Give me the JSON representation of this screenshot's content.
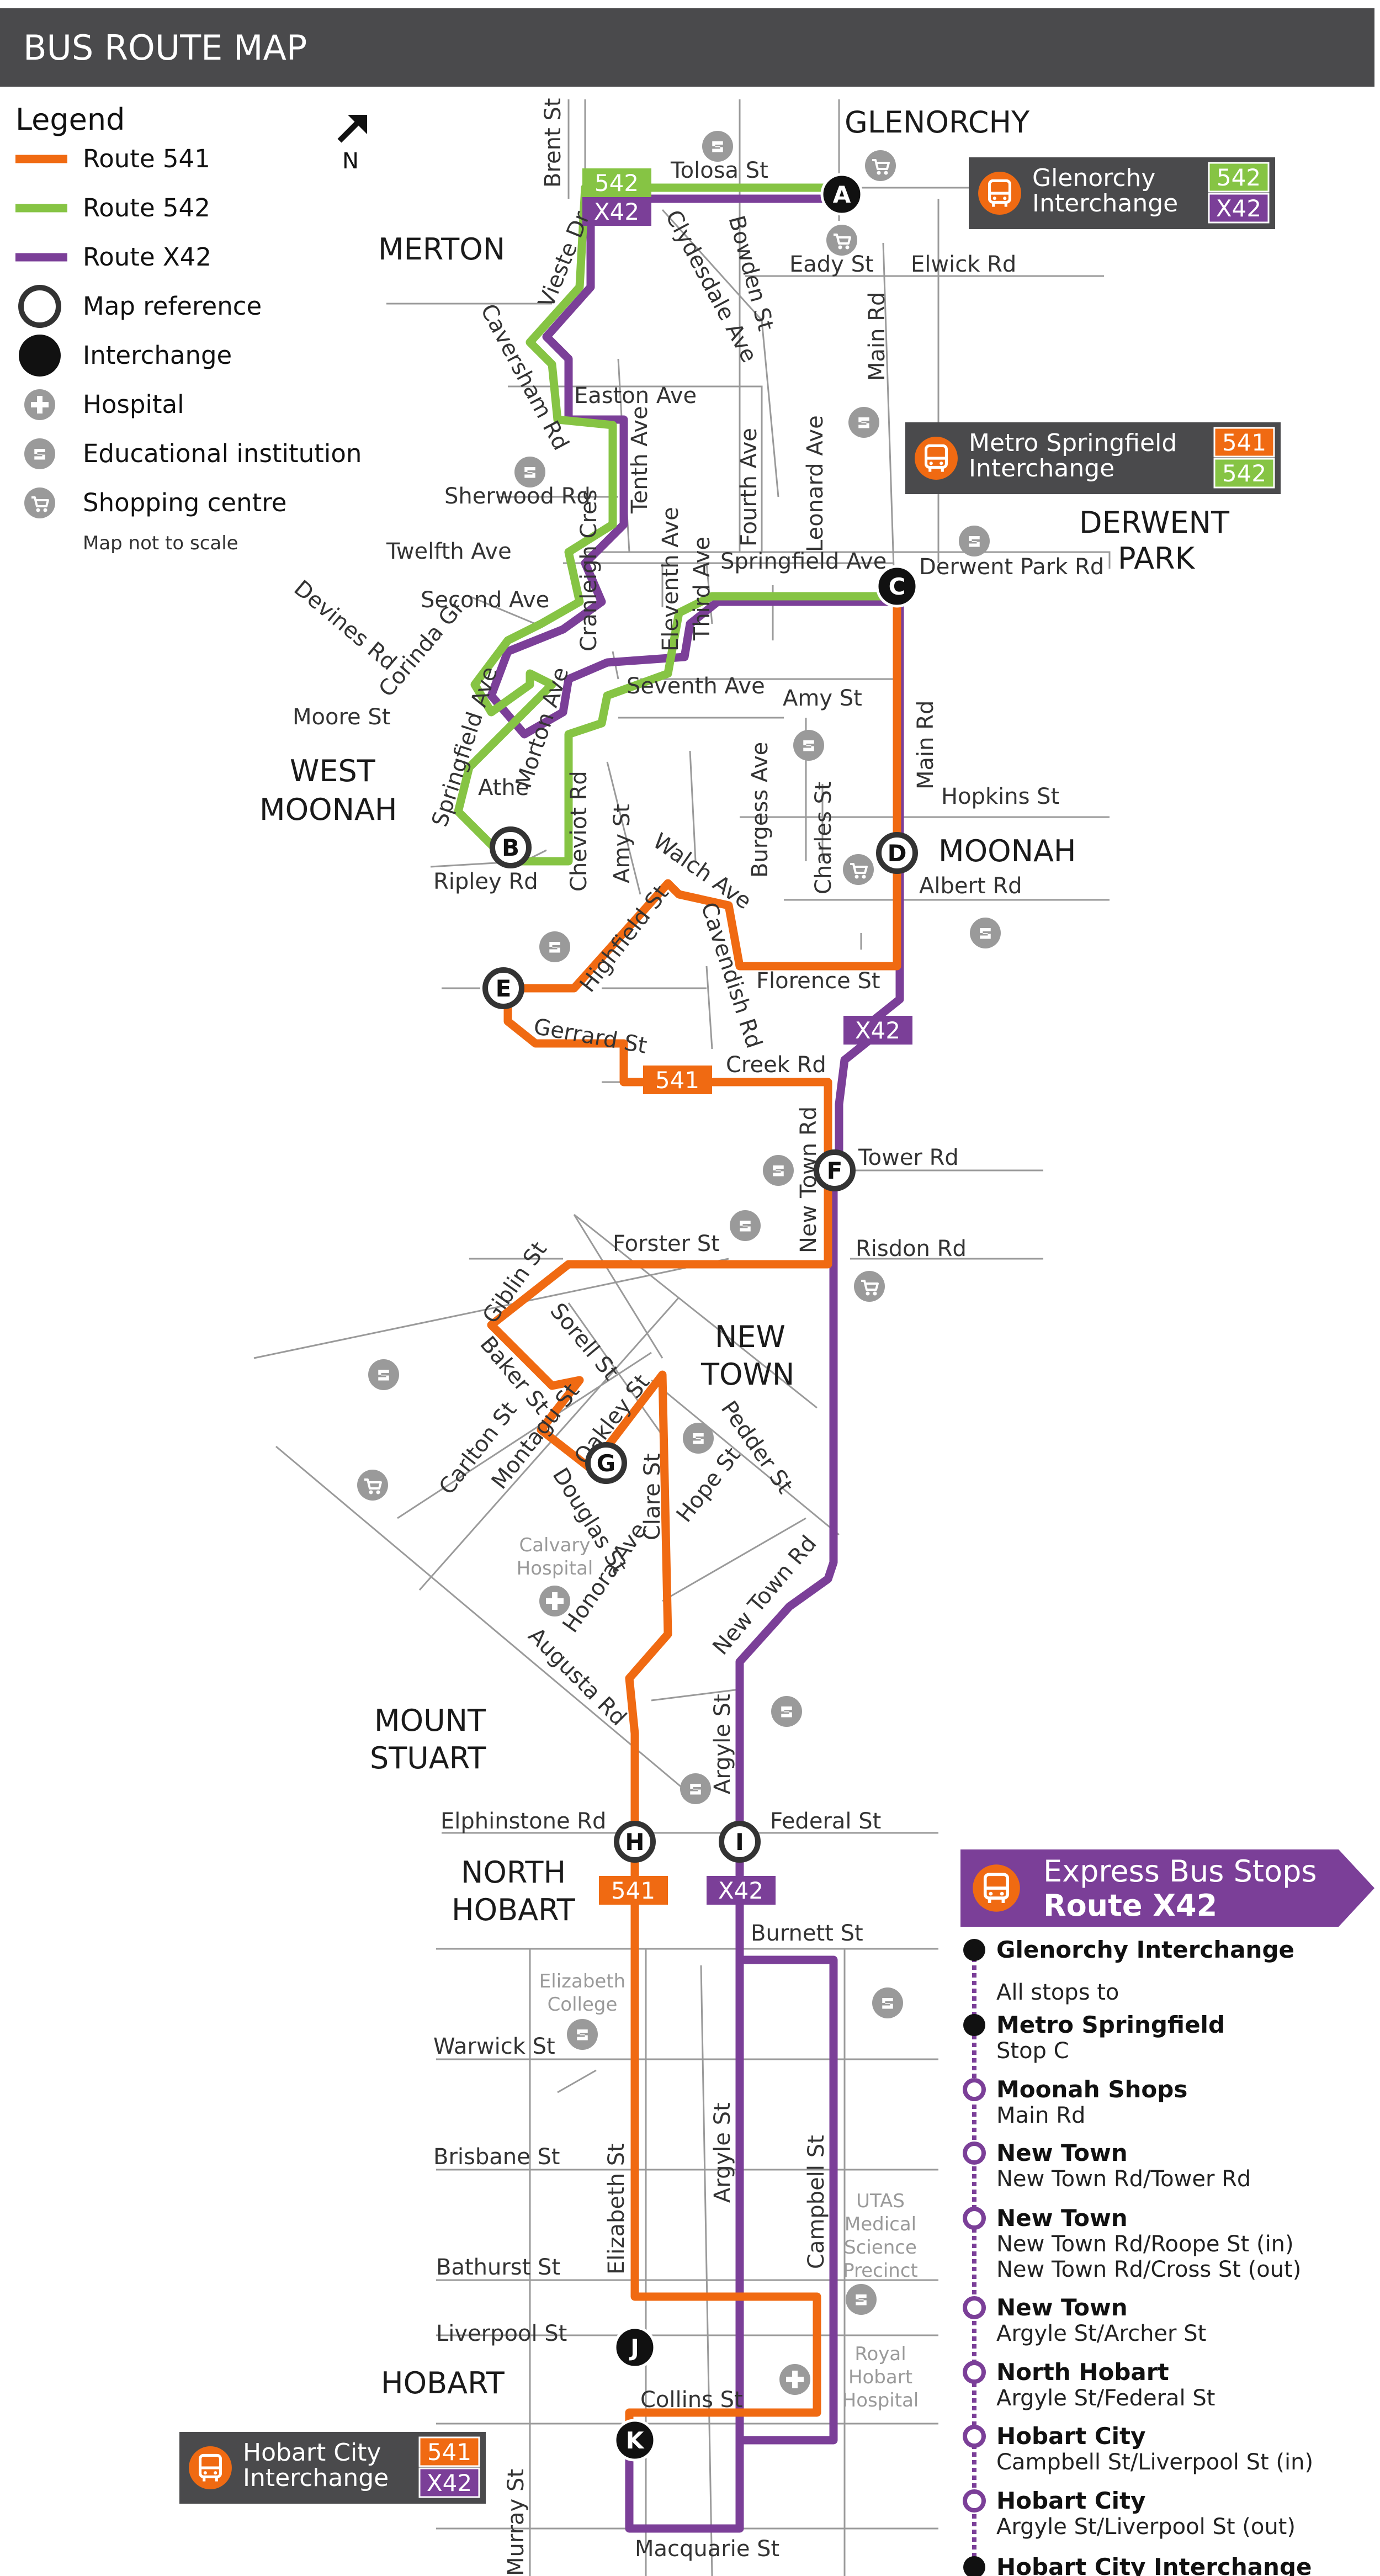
{
  "header": {
    "title": "BUS ROUTE MAP"
  },
  "colors": {
    "route_541": "#F06A12",
    "route_542": "#86C444",
    "route_x42": "#7B3F98",
    "header_bg": "#4A4A4C",
    "street": "#9A9A9A",
    "poi": "#9A9A9A"
  },
  "legend": {
    "title": "Legend",
    "items": [
      {
        "label": "Route 541",
        "kind": "line-541"
      },
      {
        "label": "Route 542",
        "kind": "line-542"
      },
      {
        "label": "Route X42",
        "kind": "line-x42"
      },
      {
        "label": "Map reference",
        "kind": "ring"
      },
      {
        "label": "Interchange",
        "kind": "dot"
      },
      {
        "label": "Hospital",
        "kind": "hospital-icon"
      },
      {
        "label": "Educational institution",
        "kind": "education-icon"
      },
      {
        "label": "Shopping centre",
        "kind": "shopping-icon"
      }
    ],
    "note": "Map not to scale",
    "north": "N"
  },
  "areas": {
    "glenorchy": "GLENORCHY",
    "merton": "MERTON",
    "derwent": "DERWENT",
    "park": "PARK",
    "west": "WEST",
    "moonah_w": "MOONAH",
    "moonah": "MOONAH",
    "new": "NEW",
    "town": "TOWN",
    "mount": "MOUNT",
    "stuart": "STUART",
    "north": "NORTH",
    "hobart_n": "HOBART",
    "hobart": "HOBART"
  },
  "streets": {
    "brent": "Brent St",
    "tolosa": "Tolosa St",
    "vieste": "Vieste Dr",
    "caversham": "Caversham Rd",
    "clydesdale": "Clydesdale Ave",
    "bowden": "Bowden St",
    "eady": "Eady St",
    "elwick": "Elwick Rd",
    "mainrd_n": "Main Rd",
    "easton": "Easton Ave",
    "tenth": "Tenth Ave",
    "fourth": "Fourth Ave",
    "leonard": "Leonard Ave",
    "sherwood": "Sherwood Rd",
    "twelfth": "Twelfth Ave",
    "cranleigh": "Cranleigh Cres",
    "eleventh": "Eleventh Ave",
    "third": "Third Ave",
    "springfield": "Springfield Ave",
    "derwentpark": "Derwent Park Rd",
    "second": "Second Ave",
    "corinda": "Corinda Gr",
    "devines": "Devines Rd",
    "seventh": "Seventh Ave",
    "springfield_w": "Springfield Ave",
    "moore": "Moore St",
    "amy_n": "Amy St",
    "morton": "Morton Ave",
    "mainrd_m": "Main Rd",
    "athe": "Athe",
    "hopkins": "Hopkins St",
    "burgess": "Burgess Ave",
    "charles": "Charles St",
    "cheviot": "Cheviot Rd",
    "amy_s": "Amy St",
    "walch": "Walch Ave",
    "ripley": "Ripley Rd",
    "albert": "Albert Rd",
    "highfield": "Highfield St",
    "cavendish": "Cavendish Rd",
    "florence": "Florence St",
    "gerrard": "Gerrard St",
    "creek": "Creek Rd",
    "tower": "Tower Rd",
    "newtown": "New Town Rd",
    "risdon": "Risdon Rd",
    "forster": "Forster St",
    "giblin": "Giblin St",
    "sorell": "Sorell St",
    "baker": "Baker St",
    "oakley": "Oakley St",
    "carlton": "Carlton St",
    "montagu": "Montagu St",
    "pedder": "Pedder St",
    "douglas": "Douglas St",
    "clare": "Clare St",
    "hope": "Hope St",
    "honora": "Honora Ave",
    "newtown_s": "New Town Rd",
    "augusta": "Augusta Rd",
    "argyle_n": "Argyle St",
    "elphinstone": "Elphinstone Rd",
    "federal": "Federal St",
    "burnett": "Burnett St",
    "warwick": "Warwick St",
    "brisbane": "Brisbane St",
    "elizabeth": "Elizabeth St",
    "argyle": "Argyle St",
    "campbell": "Campbell St",
    "bathurst": "Bathurst St",
    "liverpool": "Liverpool St",
    "collins": "Collins St",
    "murray": "Murray St",
    "macquarie": "Macquarie St"
  },
  "places": {
    "calvary": [
      "Calvary",
      "Hospital"
    ],
    "elizabeth_college": [
      "Elizabeth",
      "College"
    ],
    "utas": [
      "UTAS",
      "Medical",
      "Science",
      "Precinct"
    ],
    "royal_hobart": [
      "Royal",
      "Hobart",
      "Hospital"
    ]
  },
  "route_badges": {
    "r542": "542",
    "rx42": "X42",
    "r541": "541"
  },
  "map_refs": [
    "A",
    "B",
    "C",
    "D",
    "E",
    "F",
    "G",
    "H",
    "I",
    "J",
    "K"
  ],
  "interchanges": [
    {
      "name": [
        "Glenorchy",
        "Interchange"
      ],
      "routes": [
        "542",
        "X42"
      ]
    },
    {
      "name": [
        "Metro Springfield",
        "Interchange"
      ],
      "routes": [
        "541",
        "542"
      ]
    },
    {
      "name": [
        "Hobart City",
        "Interchange"
      ],
      "routes": [
        "541",
        "X42"
      ]
    }
  ],
  "express_panel": {
    "title": "Express Bus Stops",
    "subtitle": "Route X42",
    "stops": [
      {
        "kind": "interchange",
        "name": "Glenorchy Interchange",
        "detail": []
      },
      {
        "kind": "none",
        "name": "",
        "detail": [
          "All stops to"
        ]
      },
      {
        "kind": "interchange",
        "name": "Metro Springfield",
        "detail": [
          "Stop C"
        ]
      },
      {
        "kind": "stop",
        "name": "Moonah Shops",
        "detail": [
          "Main Rd"
        ]
      },
      {
        "kind": "stop",
        "name": "New Town",
        "detail": [
          "New Town Rd/Tower Rd"
        ]
      },
      {
        "kind": "stop",
        "name": "New Town",
        "detail": [
          "New Town Rd/Roope St (in)",
          "New Town Rd/Cross St (out)"
        ]
      },
      {
        "kind": "stop",
        "name": "New Town",
        "detail": [
          "Argyle St/Archer St"
        ]
      },
      {
        "kind": "stop",
        "name": "North Hobart",
        "detail": [
          "Argyle St/Federal St"
        ]
      },
      {
        "kind": "stop",
        "name": "Hobart City",
        "detail": [
          "Campbell St/Liverpool St (in)"
        ]
      },
      {
        "kind": "stop",
        "name": "Hobart City",
        "detail": [
          "Argyle St/Liverpool St (out)"
        ]
      },
      {
        "kind": "interchange",
        "name": "Hobart City Interchange",
        "detail": []
      }
    ]
  }
}
